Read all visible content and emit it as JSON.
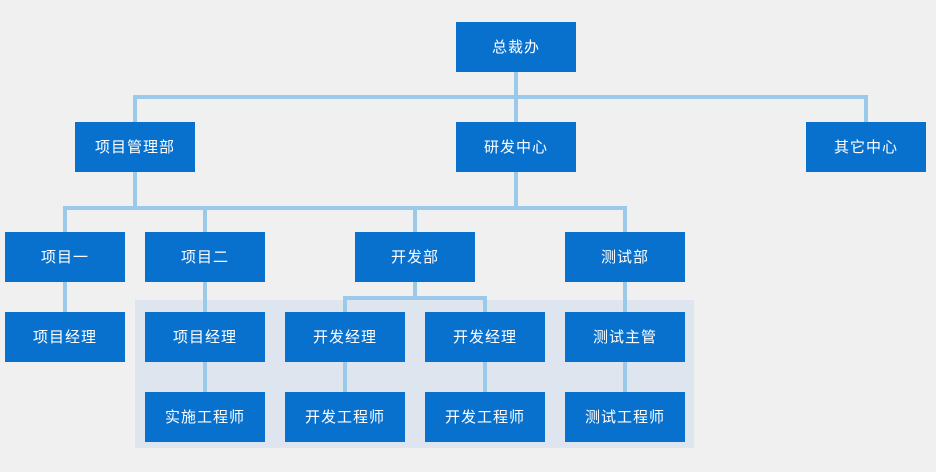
{
  "chart_data": {
    "type": "diagram",
    "title": "",
    "diagram_kind": "organizational-chart",
    "orientation": "top-down",
    "theme": {
      "canvas_background": "#f0f0f0",
      "node_fill": "#0871ce",
      "node_text": "#ffffff",
      "connector": "#9ac9ea",
      "group_panel": "#dfe5ef"
    },
    "levels": [
      {
        "level": 1,
        "labels": [
          "总裁办"
        ]
      },
      {
        "level": 2,
        "labels": [
          "项目管理部",
          "研发中心",
          "其它中心"
        ]
      },
      {
        "level": 3,
        "labels": [
          "项目一",
          "项目二",
          "开发部",
          "测试部"
        ]
      },
      {
        "level": 4,
        "labels": [
          "项目经理",
          "项目经理",
          "开发经理",
          "开发经理",
          "测试主管"
        ]
      },
      {
        "level": 5,
        "labels": [
          "实施工程师",
          "开发工程师",
          "开发工程师",
          "测试工程师"
        ]
      }
    ],
    "edges": [
      {
        "from": "总裁办",
        "to": "项目管理部"
      },
      {
        "from": "总裁办",
        "to": "研发中心"
      },
      {
        "from": "总裁办",
        "to": "其它中心"
      },
      {
        "from": "项目管理部",
        "to": "项目一"
      },
      {
        "from": "项目管理部",
        "to": "项目二"
      },
      {
        "from": "研发中心",
        "to": "开发部"
      },
      {
        "from": "研发中心",
        "to": "测试部"
      },
      {
        "from": "项目一",
        "to": "项目经理"
      },
      {
        "from": "项目二",
        "to": "项目经理"
      },
      {
        "from": "开发部",
        "to": "开发经理"
      },
      {
        "from": "开发部",
        "to": "开发经理"
      },
      {
        "from": "测试部",
        "to": "测试主管"
      },
      {
        "from": "项目经理",
        "to": "实施工程师"
      },
      {
        "from": "开发经理",
        "to": "开发工程师"
      },
      {
        "from": "开发经理",
        "to": "开发工程师"
      },
      {
        "from": "测试主管",
        "to": "测试工程师"
      }
    ]
  },
  "nodes": {
    "ceo_office": "总裁办",
    "project_mgmt_dept": "项目管理部",
    "rnd_center": "研发中心",
    "other_center": "其它中心",
    "project_one": "项目一",
    "project_two": "项目二",
    "dev_dept": "开发部",
    "test_dept": "测试部",
    "project_manager_one": "项目经理",
    "project_manager_two": "项目经理",
    "dev_manager_one": "开发经理",
    "dev_manager_two": "开发经理",
    "test_supervisor": "测试主管",
    "impl_engineer": "实施工程师",
    "dev_engineer_one": "开发工程师",
    "dev_engineer_two": "开发工程师",
    "test_engineer": "测试工程师"
  }
}
